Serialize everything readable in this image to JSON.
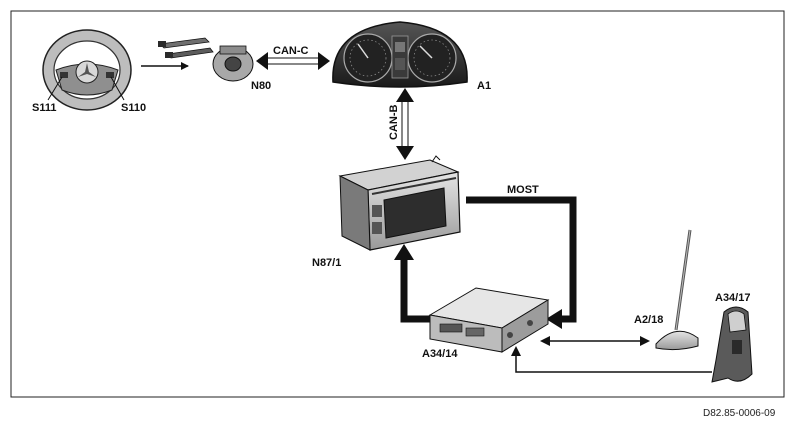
{
  "labels": {
    "S111": "S111",
    "S110": "S110",
    "N80": "N80",
    "A1": "A1",
    "N87_1": "N87/1",
    "A34_14": "A34/14",
    "A2_18": "A2/18",
    "A34_17": "A34/17"
  },
  "buses": {
    "can_c": "CAN-C",
    "can_b": "CAN-B",
    "most": "MOST"
  },
  "figure_code": "D82.85-0006-09"
}
